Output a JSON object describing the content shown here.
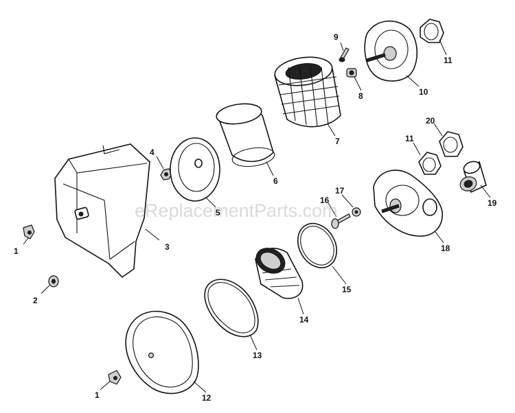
{
  "watermark": "eReplacementParts.com",
  "callouts": {
    "c1a": "1",
    "c1b": "1",
    "c2": "2",
    "c3": "3",
    "c4": "4",
    "c5": "5",
    "c6": "6",
    "c7": "7",
    "c8": "8",
    "c9": "9",
    "c10": "10",
    "c11a": "11",
    "c11b": "11",
    "c12": "12",
    "c13": "13",
    "c14": "14",
    "c15": "15",
    "c16": "16",
    "c17": "17",
    "c18": "18",
    "c19": "19",
    "c20": "20"
  }
}
